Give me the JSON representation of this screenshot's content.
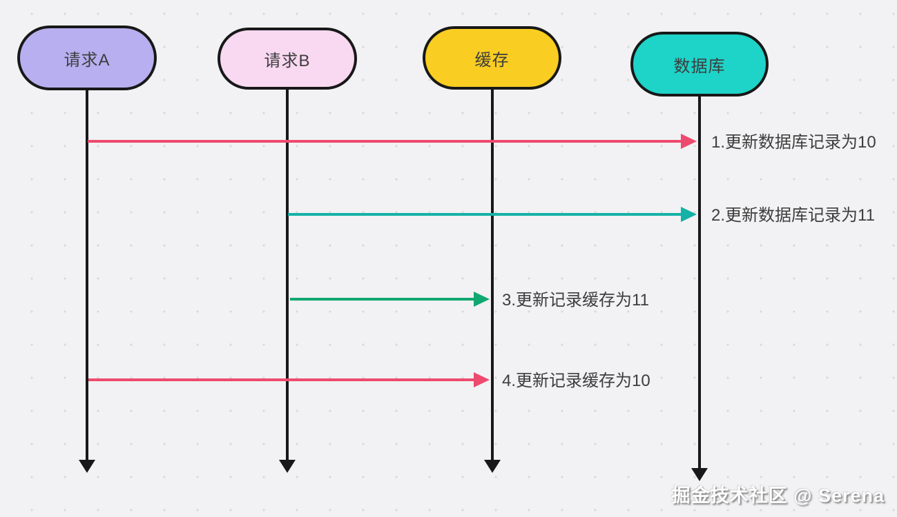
{
  "actors": [
    {
      "id": "request-a",
      "label": "请求A",
      "fill": "#b8aff0"
    },
    {
      "id": "request-b",
      "label": "请求B",
      "fill": "#f9d8f1"
    },
    {
      "id": "cache",
      "label": "缓存",
      "fill": "#f9cd21"
    },
    {
      "id": "database",
      "label": "数据库",
      "fill": "#1ed3c7"
    }
  ],
  "messages": [
    {
      "seq": "1",
      "label": "1.更新数据库记录为10",
      "from": "请求A",
      "to": "数据库",
      "color": "#ee4a6e"
    },
    {
      "seq": "2",
      "label": "2.更新数据库记录为11",
      "from": "请求B",
      "to": "数据库",
      "color": "#14b2a6"
    },
    {
      "seq": "3",
      "label": "3.更新记录缓存为11",
      "from": "请求B",
      "to": "缓存",
      "color": "#10a871"
    },
    {
      "seq": "4",
      "label": "4.更新记录缓存为10",
      "from": "请求A",
      "to": "缓存",
      "color": "#ee4a6e"
    }
  ],
  "watermark": {
    "text": "掘金技术社区 @ Serena"
  },
  "colors": {
    "background": "#f2f1f3",
    "dot": "#d9d9d9",
    "outline": "#181818",
    "text": "#3d3d3d"
  }
}
